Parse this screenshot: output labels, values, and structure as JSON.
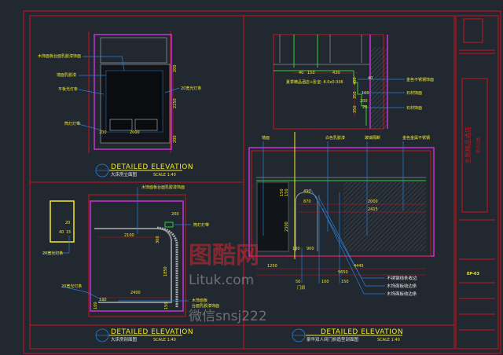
{
  "panels": [
    {
      "title": "DETAILED ELEVATION",
      "subtitle": "大床房立面图",
      "scale": "SCALE 1:40",
      "callouts": [
        "木饰面板台面乳胶漆饰面",
        "墙面乳胶漆",
        "平板光灯条",
        "筒灯灯带",
        "20宽光灯条"
      ],
      "dims": [
        "200",
        "2000",
        "2250",
        "200",
        "200"
      ]
    },
    {
      "title": "DETAILED ELEVATION",
      "subtitle": "大床房剖面图",
      "scale": "SCALE 1:40",
      "callouts": [
        "木饰面板台面乳胶漆饰面",
        "筒灯灯带",
        "20宽光灯条",
        "20宽光灯条",
        "木饰面板",
        "台面乳胶漆饰面"
      ],
      "dims": [
        "20",
        "40",
        "15",
        "2100",
        "200",
        "300",
        "1850",
        "2400",
        "130",
        "100",
        "150"
      ]
    },
    {
      "title": "DETAILED ELEVATION",
      "subtitle": "豪华双人间门拱造型剖面图",
      "scale": "SCALE 1:40",
      "callouts": [
        "墙面",
        "白色乳胶漆",
        "玻璃隔断",
        "金色金属不锈钢",
        "不锈钢线条收边",
        "木饰面板收边条",
        "木饰面板收边条",
        "门洞"
      ],
      "dims": [
        "150",
        "150",
        "490",
        "870",
        "2300",
        "100",
        "900",
        "2000",
        "2415",
        "1250",
        "4445",
        "5650",
        "50",
        "100",
        "150"
      ]
    }
  ],
  "section_detail": {
    "note": "夏季精品酒店+卧室: 8.0x0.006",
    "callouts": [
      "金色不锈钢饰面",
      "石材饰面",
      "石材饰面"
    ],
    "dims": [
      "40",
      "150",
      "430",
      "400",
      "350",
      "350",
      "100",
      "200",
      "20",
      "40"
    ]
  },
  "title_block": {
    "project": "主题精品酒店",
    "sheet_label": "室内立面",
    "code": "EP-03"
  },
  "watermark": {
    "brand": "图酷网",
    "site": "Lituk.com",
    "contact": "微信snsj222"
  }
}
